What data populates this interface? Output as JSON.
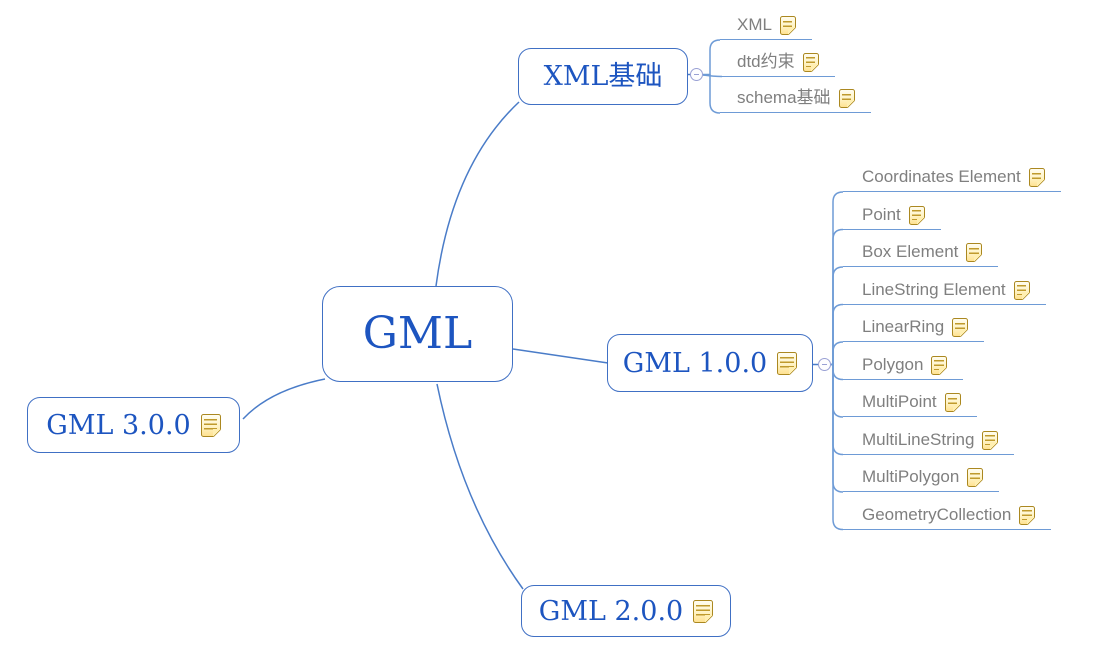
{
  "root": {
    "label": "GML"
  },
  "branches": [
    {
      "label": "XML基础",
      "has_note": false,
      "toggle_state": "expanded",
      "children": [
        {
          "label": "XML",
          "has_note": true
        },
        {
          "label": "dtd约束",
          "has_note": true
        },
        {
          "label": "schema基础",
          "has_note": true
        }
      ]
    },
    {
      "label": "GML 1.0.0",
      "has_note": true,
      "toggle_state": "expanded",
      "children": [
        {
          "label": "Coordinates Element",
          "has_note": true
        },
        {
          "label": "Point",
          "has_note": true
        },
        {
          "label": "Box Element",
          "has_note": true
        },
        {
          "label": "LineString Element",
          "has_note": true
        },
        {
          "label": "LinearRing",
          "has_note": true
        },
        {
          "label": "Polygon",
          "has_note": true
        },
        {
          "label": "MultiPoint",
          "has_note": true
        },
        {
          "label": "MultiLineString",
          "has_note": true
        },
        {
          "label": "MultiPolygon",
          "has_note": true
        },
        {
          "label": "GeometryCollection",
          "has_note": true
        }
      ]
    },
    {
      "label": "GML 3.0.0",
      "has_note": true,
      "children": []
    },
    {
      "label": "GML 2.0.0",
      "has_note": true,
      "children": []
    }
  ],
  "icons": {
    "note": "note-icon",
    "collapse_toggle": "minus-circle"
  },
  "colors": {
    "background": "#ffffff",
    "node_text": "#1d55c0",
    "node_border": "#4070c4",
    "branch_line": "#4a7cc8",
    "child_line": "#6e9bd6",
    "child_text": "#7f7f7f",
    "note_border": "#ab8820",
    "note_fill": "#fff3c4",
    "toggle_stroke": "#99a0d4"
  }
}
